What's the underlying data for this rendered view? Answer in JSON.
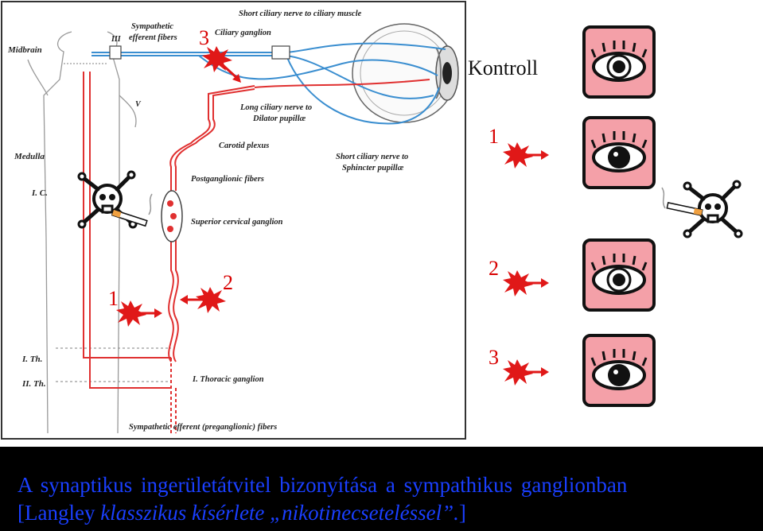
{
  "diagram": {
    "labels": {
      "midbrain": "Midbrain",
      "nerve_iii": "III",
      "sympathetic_efferent": "Sympathetic",
      "sympathetic_efferent2": "efferent fibers",
      "short_ciliary_muscle": "Short ciliary nerve to ciliary muscle",
      "ciliary_ganglion": "Ciliary ganglion",
      "nerve_v": "V",
      "long_ciliary": "Long ciliary nerve to",
      "long_ciliary2": "Dilator pupillæ",
      "medulla": "Medulla",
      "carotid_plexus": "Carotid plexus",
      "short_ciliary_sphincter": "Short ciliary nerve to",
      "short_ciliary_sphincter2": "Sphincter pupillæ",
      "postganglionic": "Postganglionic fibers",
      "ic": "I. C.",
      "superior_cervical": "Superior cervical ganglion",
      "ith": "I. Th.",
      "iith": "II. Th.",
      "thoracic_ganglion": "I. Thoracic ganglion",
      "preganglionic": "Sympathetic efferent (preganglionic) fibers"
    },
    "markers": {
      "m1": "1",
      "m2": "2",
      "m3": "3"
    }
  },
  "experiment": {
    "control_label": "Kontroll",
    "rows": [
      {
        "marker": "1"
      },
      {
        "marker": "2"
      },
      {
        "marker": "3"
      }
    ]
  },
  "colors": {
    "nerve_red": "#e03030",
    "nerve_blue": "#3a8ed0",
    "eye_tile": "#f4a0a8",
    "caption_text": "#1a3fff"
  },
  "caption": {
    "line1": "A synaptikus  ingerületátvitel  bizonyítása  a  sympathikus  ganglionban",
    "line2_prefix": "[Langley ",
    "line2_italic": "klasszikus kísérlete „nikotinecseteléssel”.",
    "line2_suffix": "]"
  }
}
